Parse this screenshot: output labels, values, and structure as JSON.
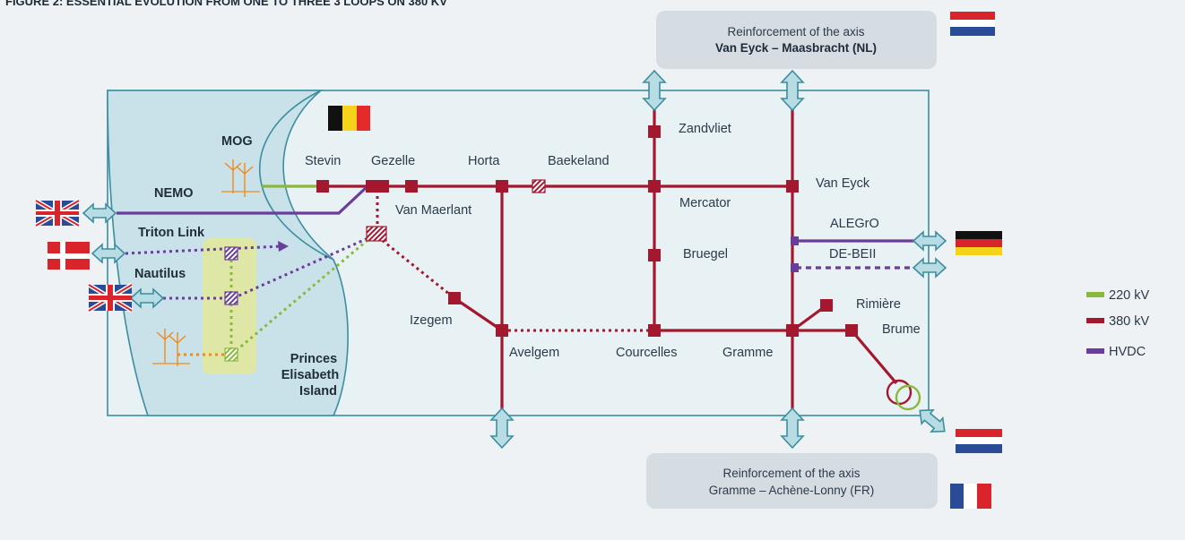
{
  "figure_title": "FIGURE 2: ESSENTIAL EVOLUTION FROM ONE TO THREE 3 LOOPS ON 380 KV",
  "reinforcement_nl": {
    "line1": "Reinforcement of the axis",
    "line2": "Van Eyck – Maasbracht (NL)"
  },
  "reinforcement_fr": {
    "line1": "Reinforcement of the axis",
    "line2": "Gramme – Achène-Lonny (FR)"
  },
  "offshore_labels": {
    "mog": "MOG",
    "nemo": "NEMO",
    "triton": "Triton Link",
    "nautilus": "Nautilus",
    "pei1": "Princes",
    "pei2": "Elisabeth",
    "pei3": "Island"
  },
  "substations": {
    "stevin": "Stevin",
    "gezelle": "Gezelle",
    "horta": "Horta",
    "baekeland": "Baekeland",
    "van_maerlant": "Van Maerlant",
    "zandvliet": "Zandvliet",
    "mercator": "Mercator",
    "van_eyck": "Van Eyck",
    "bruegel": "Bruegel",
    "izegem": "Izegem",
    "avelgem": "Avelgem",
    "courcelles": "Courcelles",
    "gramme": "Gramme",
    "rimiere": "Rimière",
    "brume": "Brume"
  },
  "interconnectors": {
    "alegro": "ALEGrO",
    "debeii": "DE-BEII"
  },
  "legend": [
    {
      "label": "220 kV",
      "color": "#8ab83a"
    },
    {
      "label": "380 kV",
      "color": "#a3182f"
    },
    {
      "label": "HVDC",
      "color": "#6a3d9a"
    }
  ],
  "colors": {
    "kv380": "#a3182f",
    "kv220": "#8ab83a",
    "hvdc": "#6a3d9a",
    "offshore_ac": "#f08a1d",
    "arrow_fill": "#b7dce3",
    "arrow_stroke": "#3b8ea0",
    "sea": "#c9e2ea",
    "land": "#e8f1f4",
    "island": "#dfe7a6"
  },
  "icons": [
    "wind-turbine-icon",
    "flag-uk-icon",
    "flag-denmark-icon",
    "flag-belgium-icon",
    "flag-netherlands-icon",
    "flag-germany-icon",
    "flag-france-icon",
    "transformer-icon",
    "double-arrow-icon"
  ]
}
